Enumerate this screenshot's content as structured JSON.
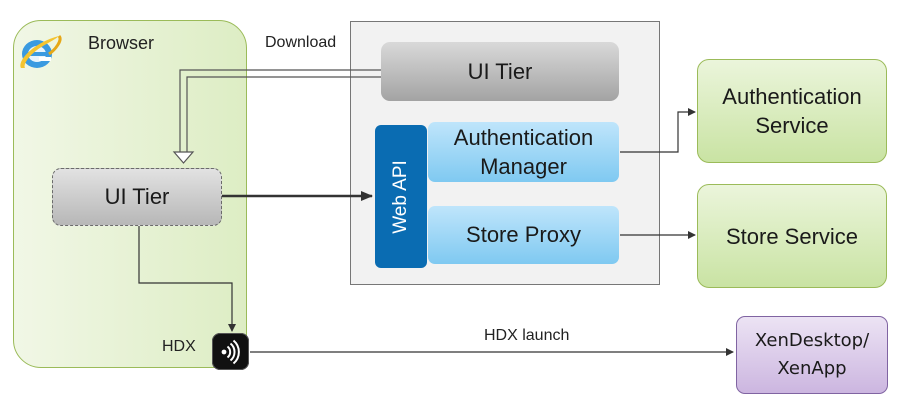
{
  "browser": {
    "label": "Browser",
    "ui_tier_label": "UI Tier",
    "hdx_label": "HDX"
  },
  "server": {
    "ui_tier_label": "UI Tier",
    "web_api_label": "Web API",
    "auth_manager_line1": "Authentication",
    "auth_manager_line2": "Manager",
    "store_proxy_label": "Store Proxy"
  },
  "services": {
    "auth_line1": "Authentication",
    "auth_line2": "Service",
    "store_label": "Store Service",
    "xen_line1": "XenDesktop/",
    "xen_line2": "XenApp"
  },
  "connectors": {
    "download_label": "Download",
    "hdx_launch_label": "HDX launch"
  },
  "icons": {
    "browser_logo": "internet-explorer-icon",
    "hdx": "hdx-receiver-icon"
  },
  "colors": {
    "browser_green": "#9bbb59",
    "web_api_blue": "#0a6cb2",
    "xen_purple": "#8064a2"
  }
}
